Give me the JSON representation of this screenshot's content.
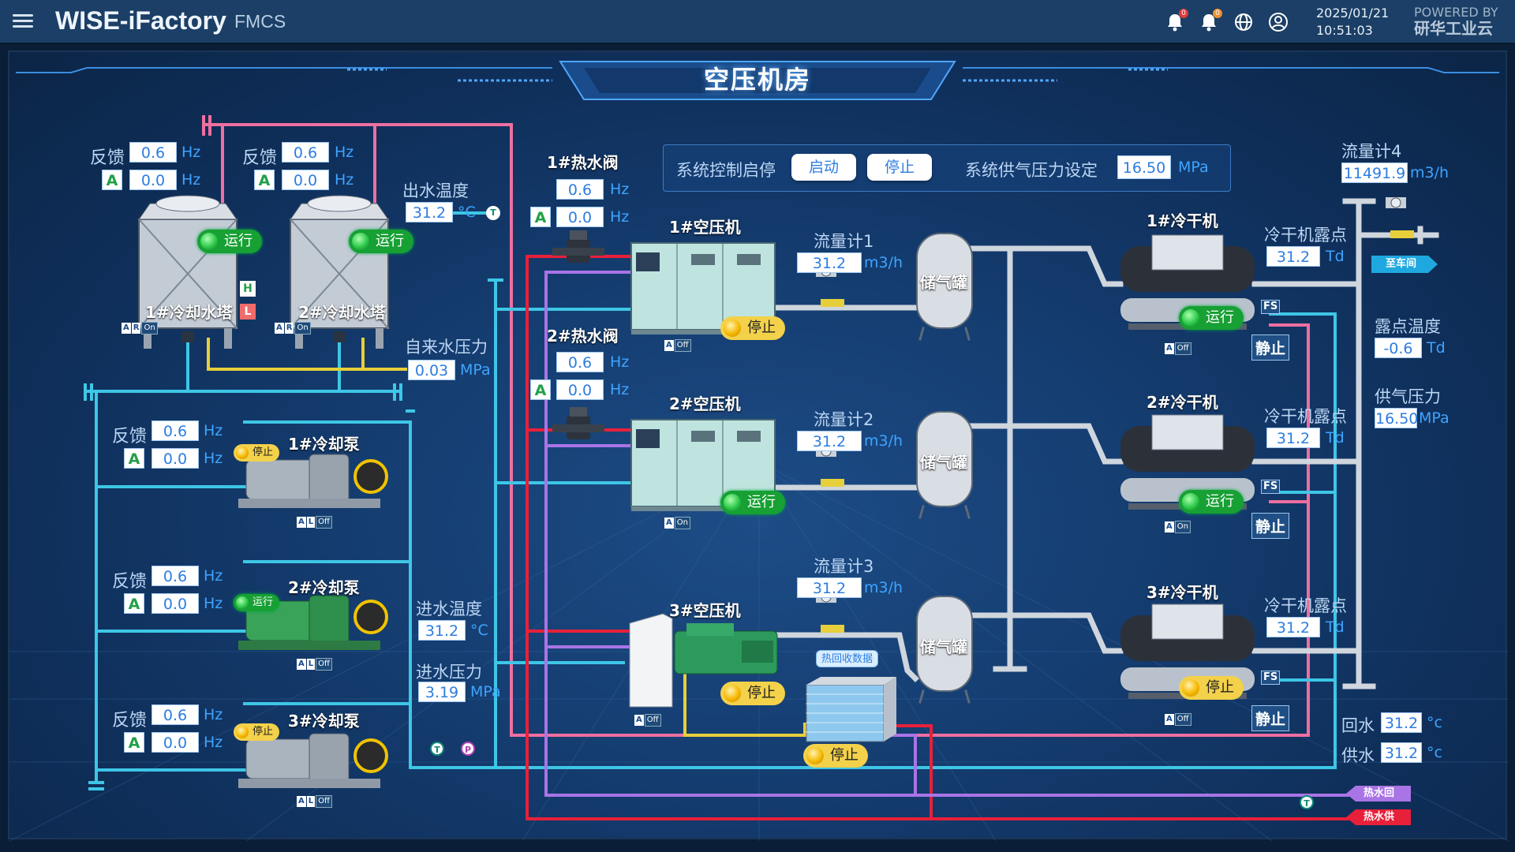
{
  "header": {
    "app_title": "WISE-iFactory",
    "app_sub": "FMCS",
    "notif_count_1": "0",
    "notif_count_2": "0",
    "date": "2025/01/21",
    "time": "10:51:03",
    "powered_by": "POWERED BY",
    "brand": "研华工业云"
  },
  "page_title": "空压机房",
  "colors": {
    "run": "#17a033",
    "stop": "#f3d14a",
    "pipe_pink": "#ee6fa0",
    "pipe_cyan": "#3ec6e6",
    "pipe_red": "#e8203a",
    "pipe_purple": "#a974e6",
    "pipe_yellow": "#e6cf3a",
    "pipe_grey": "#cfd6de"
  },
  "icons": [
    "menu-icon",
    "alarm-bell-icon",
    "notification-bell-icon",
    "globe-icon",
    "user-icon"
  ],
  "labels": {
    "feedback": "反馈",
    "hz": "Hz",
    "a": "A",
    "run": "运行",
    "stop": "停止",
    "static": "静止",
    "mpa": "MPa",
    "celsius": "°C",
    "m3h": "m3/h",
    "td": "Td",
    "tank": "储气罐",
    "fs": "FS",
    "h": "H",
    "l": "L",
    "tag_a": "A",
    "tag_r": "R",
    "tag_l": "L",
    "tag_on": "On",
    "tag_off": "Off"
  },
  "cooling_towers": [
    {
      "name": "1#冷却水塔",
      "feedback": "0.6",
      "setpoint": "0.0",
      "status": "运行"
    },
    {
      "name": "2#冷却水塔",
      "feedback": "0.6",
      "setpoint": "0.0",
      "status": "运行"
    }
  ],
  "outlet_temp": {
    "label": "出水温度",
    "value": "31.2",
    "unit": "°C"
  },
  "tap_pressure": {
    "label": "自来水压力",
    "value": "0.03",
    "unit": "MPa"
  },
  "inlet_temp": {
    "label": "进水温度",
    "value": "31.2",
    "unit": "°C"
  },
  "inlet_pressure": {
    "label": "进水压力",
    "value": "3.19",
    "unit": "MPa"
  },
  "pumps": [
    {
      "name": "1#冷却泵",
      "feedback": "0.6",
      "setpoint": "0.0",
      "status": "停止"
    },
    {
      "name": "2#冷却泵",
      "feedback": "0.6",
      "setpoint": "0.0",
      "status": "运行"
    },
    {
      "name": "3#冷却泵",
      "feedback": "0.6",
      "setpoint": "0.0",
      "status": "停止"
    }
  ],
  "hot_valves": [
    {
      "name": "1#热水阀",
      "feedback": "0.6",
      "setpoint": "0.0"
    },
    {
      "name": "2#热水阀",
      "feedback": "0.6",
      "setpoint": "0.0"
    }
  ],
  "compressors": [
    {
      "name": "1#空压机",
      "status": "停止",
      "mode": "Off"
    },
    {
      "name": "2#空压机",
      "status": "运行",
      "mode": "On"
    },
    {
      "name": "3#空压机",
      "status": "停止",
      "mode": "Off"
    }
  ],
  "flowmeters": [
    {
      "name": "流量计1",
      "value": "31.2",
      "unit": "m3/h"
    },
    {
      "name": "流量计2",
      "value": "31.2",
      "unit": "m3/h"
    },
    {
      "name": "流量计3",
      "value": "31.2",
      "unit": "m3/h"
    }
  ],
  "heat_recovery": {
    "button": "热回收数据",
    "status": "停止"
  },
  "control": {
    "label": "系统控制启停",
    "start": "启动",
    "stop": "停止",
    "pressure_label": "系统供气压力设定",
    "pressure_value": "16.50",
    "pressure_unit": "MPa"
  },
  "dryers": [
    {
      "name": "1#冷干机",
      "status": "运行",
      "mode": "Off",
      "dew_label": "冷干机露点",
      "dew": "31.2",
      "fs_state": "静止"
    },
    {
      "name": "2#冷干机",
      "status": "运行",
      "mode": "On",
      "dew_label": "冷干机露点",
      "dew": "31.2",
      "fs_state": "静止"
    },
    {
      "name": "3#冷干机",
      "status": "停止",
      "mode": "Off",
      "dew_label": "冷干机露点",
      "dew": "31.2",
      "fs_state": "静止"
    }
  ],
  "flowmeter4": {
    "name": "流量计4",
    "value": "11491.9",
    "unit": "m3/h"
  },
  "to_workshop": "至车间",
  "dew_point": {
    "label": "露点温度",
    "value": "-0.6",
    "unit": "Td"
  },
  "supply_pressure": {
    "label": "供气压力",
    "value": "16.50",
    "unit": "MPa"
  },
  "return_water": {
    "label": "回水",
    "value": "31.2",
    "unit": "°c"
  },
  "supply_water": {
    "label": "供水",
    "value": "31.2",
    "unit": "°c"
  },
  "hot_return": "热水回",
  "hot_supply": "热水供",
  "sensor_t": "T",
  "sensor_p": "P"
}
